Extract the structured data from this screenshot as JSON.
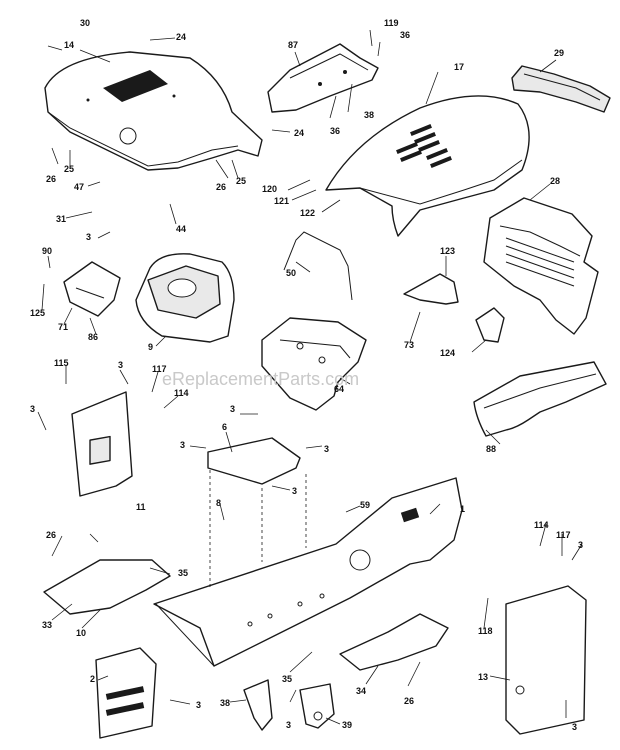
{
  "watermark": "eReplacementParts.com",
  "callouts": {
    "c30": "30",
    "c14": "14",
    "c24a": "24",
    "c24b": "24",
    "c87": "87",
    "c119": "119",
    "c36a": "36",
    "c36b": "36",
    "c38": "38",
    "c17": "17",
    "c29": "29",
    "c25a": "25",
    "c25b": "25",
    "c26a": "26",
    "c26b": "26",
    "c47": "47",
    "c31": "31",
    "c44": "44",
    "c3a": "3",
    "c120": "120",
    "c121": "121",
    "c122": "122",
    "c28": "28",
    "c90": "90",
    "c125": "125",
    "c71": "71",
    "c86": "86",
    "c9": "9",
    "c50": "50",
    "c123": "123",
    "c73": "73",
    "c124": "124",
    "c64": "64",
    "c115": "115",
    "c3b": "3",
    "c117a": "117",
    "c114a": "114",
    "c3c": "3",
    "c11": "11",
    "c3d": "3",
    "c6": "6",
    "c3e": "3",
    "c3f": "3",
    "c3g": "3",
    "c88": "88",
    "c8": "8",
    "c59": "59",
    "c1": "1",
    "c114b": "114",
    "c117b": "117",
    "c3h": "3",
    "c26c": "26",
    "c35a": "35",
    "c33": "33",
    "c10": "10",
    "c118": "118",
    "c2": "2",
    "c3i": "3",
    "c38b": "38",
    "c35b": "35",
    "c34": "34",
    "c39": "39",
    "c26d": "26",
    "c13": "13",
    "c3j": "3",
    "c3k": "3"
  }
}
